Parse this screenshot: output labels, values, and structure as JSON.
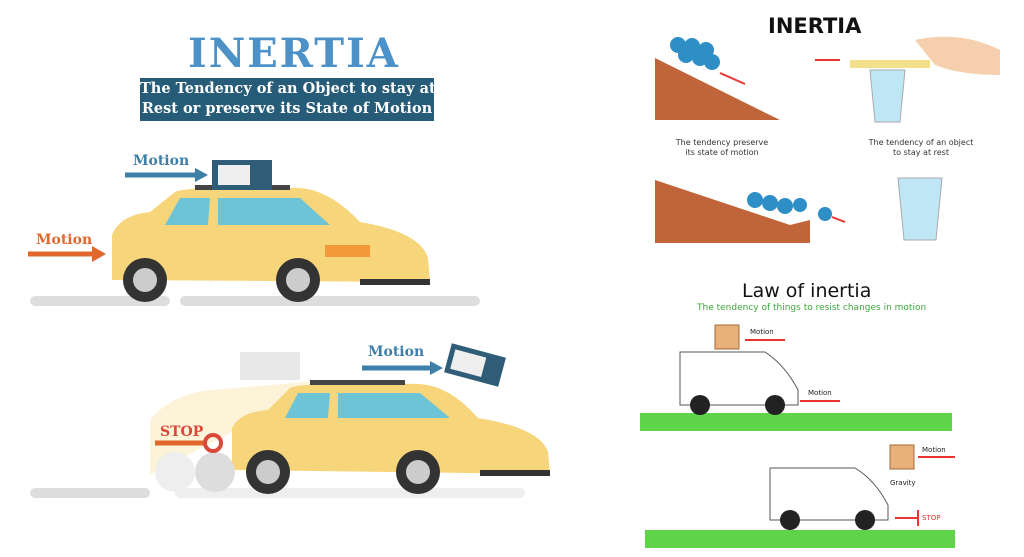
{
  "left_panel": {
    "title": "INERTIA",
    "subtitle_line1": "The Tendency of an Object to stay at",
    "subtitle_line2": "Rest or preserve its State of Motion",
    "car1": {
      "motion_top_label": "Motion",
      "motion_side_label": "Motion"
    },
    "car2": {
      "motion_label": "Motion",
      "stop_label": "STOP"
    }
  },
  "right_panel": {
    "title": "INERTIA",
    "caption_motion_line1": "The tendency preserve",
    "caption_motion_line2": "its state of motion",
    "caption_rest_line1": "The tendency of an object",
    "caption_rest_line2": "to stay at rest",
    "law_title": "Law of inertia",
    "law_subtitle": "The tendency of things to resist changes in motion",
    "van1": {
      "box_motion_label": "Motion",
      "van_motion_label": "Motion"
    },
    "van2": {
      "box_motion_label": "Motion",
      "gravity_label": "Gravity",
      "stop_label": "STOP"
    }
  },
  "colors": {
    "title_blue": "#4c92c9",
    "subtitle_bg": "#275c78",
    "car_yellow": "#f7d57a",
    "arrow_orange": "#e2672d",
    "slope_brown": "#c0643a",
    "ground_green": "#5fd34a"
  }
}
